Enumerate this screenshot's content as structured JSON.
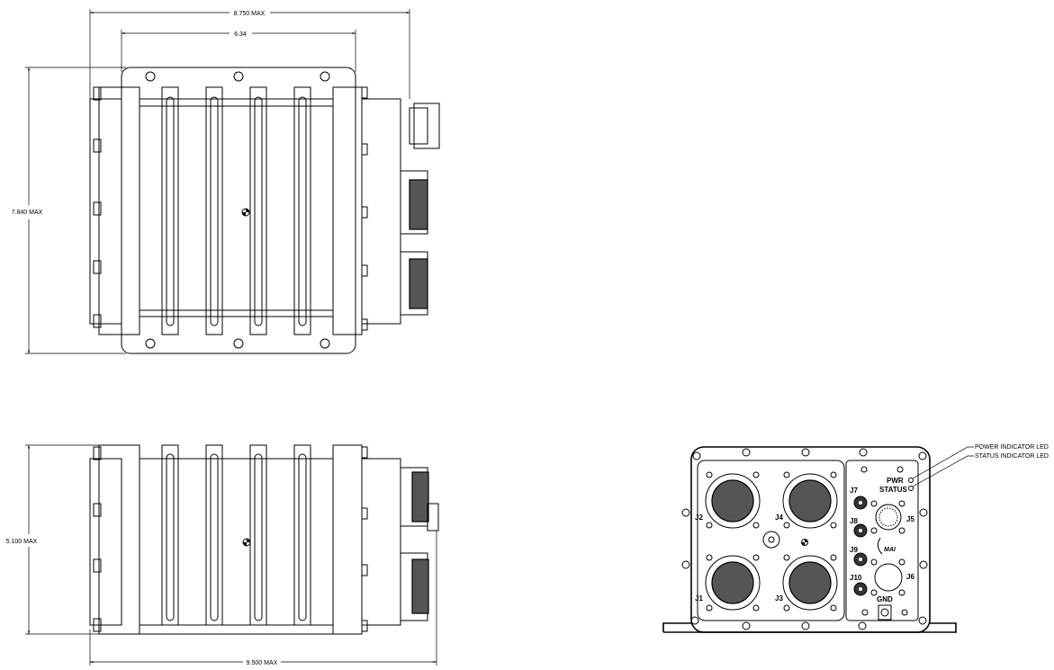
{
  "dimensions": {
    "top_width": "8.750 MAX",
    "plate_width": "6.34",
    "top_height": "7.840 MAX",
    "side_height": "5.100 MAX",
    "side_width": "9.500 MAX"
  },
  "front_panel": {
    "connectors": [
      "J1",
      "J2",
      "J3",
      "J4",
      "J5",
      "J6",
      "J7",
      "J8",
      "J9",
      "J10"
    ],
    "gnd": "GND",
    "pwr": "PWR",
    "status": "STATUS",
    "logo": "MAI"
  },
  "callouts": {
    "power_led": "POWER INDICATOR LED",
    "status_led": "STATUS INDICATOR LED"
  }
}
